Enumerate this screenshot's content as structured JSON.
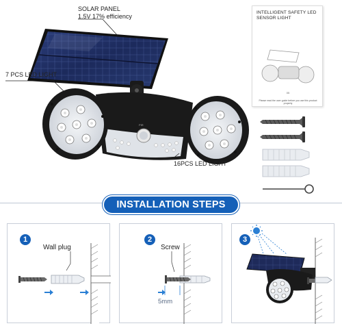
{
  "callouts": {
    "solar_panel_title": "SOLAR PANEL",
    "solar_panel_spec": "1.5V 17% efficiency",
    "led_left": "7 PCS LED LIGHT",
    "led_bottom": "16PCS LED LIGHT"
  },
  "manual": {
    "title": "INTELLIGENT SAFETY LED SENSOR LIGHT",
    "page_number": "05",
    "footer_text": "Please read the user guide before you use this product properly"
  },
  "banner": {
    "title": "INSTALLATION STEPS"
  },
  "steps": [
    {
      "number": "1",
      "label": "Wall plug"
    },
    {
      "number": "2",
      "label": "Screw",
      "dimension": "5mm"
    },
    {
      "number": "3"
    }
  ],
  "colors": {
    "brand_blue": "#1560b8",
    "arrow_blue": "#2a7fd4",
    "panel_dark": "#1e2a5a",
    "housing_black": "#1a1a1a"
  },
  "icons": [
    "sun-icon",
    "arrow-right-icon",
    "screw-icon",
    "wall-plug-icon",
    "pin-tool-icon"
  ]
}
